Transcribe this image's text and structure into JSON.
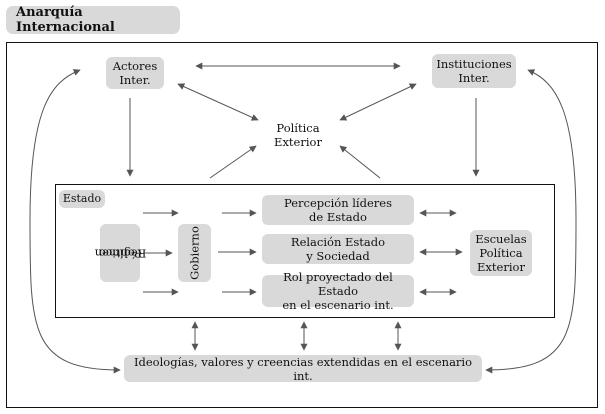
{
  "title": "Anarquía Internacional",
  "nodes": {
    "actores": [
      "Actores",
      "Inter."
    ],
    "instituciones": [
      "Instituciones",
      "Inter."
    ],
    "politica": [
      "Política",
      "Exterior"
    ],
    "estado": "Estado",
    "regimen": [
      "Régimen",
      "Político"
    ],
    "gobierno": "Gobierno",
    "percepcion": [
      "Percepción líderes",
      "de Estado"
    ],
    "relacion": [
      "Relación Estado",
      "y Sociedad"
    ],
    "rol": [
      "Rol proyectado del Estado",
      "en el escenario int."
    ],
    "escuelas": [
      "Escuelas",
      "Política",
      "Exterior"
    ],
    "ideologias": "Ideologías, valores y creencias extendidas en el escenario int."
  },
  "colors": {
    "box_fill": "#d9d9d9",
    "arrow": "#555555",
    "border": "#111111"
  }
}
